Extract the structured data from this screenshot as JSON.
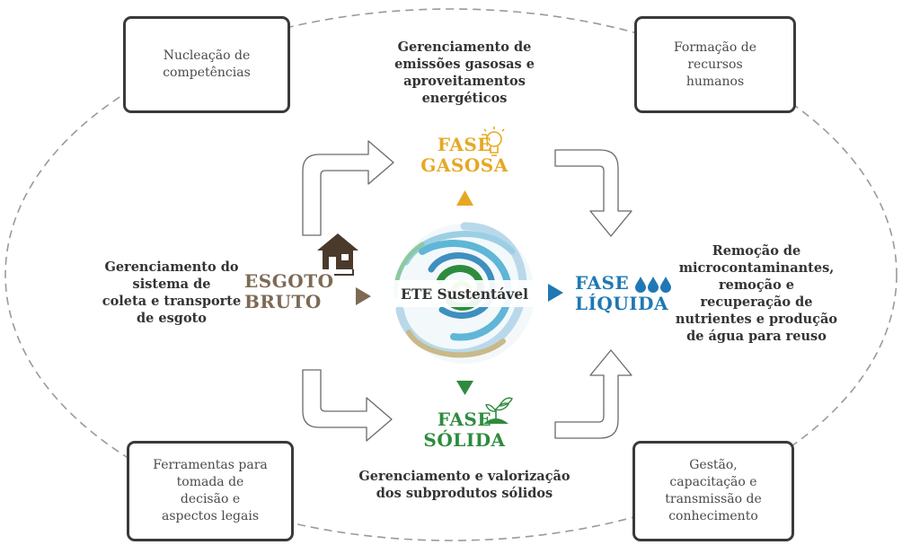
{
  "corner_boxes": {
    "top_left": "Nucleação de\ncompetências",
    "top_right": "Formação de\nrecursos\nhumanos",
    "bottom_left": "Ferramentas para\ntomada de\ndecisão e\naspectos legais",
    "bottom_right": "Gestão,\ncapacitação e\ntransmissão de\nconhecimento"
  },
  "labels": {
    "top": "Gerenciamento de\nemissões gasosas e\naproveitamentos\nenergéticos",
    "left": "Gerenciamento do\nsistema de\ncoleta e transporte\nde esgoto",
    "right": "Remoção de\nmicrocontaminantes,\nremoção e\nrecuperação de\nnutrientes e produção\nde água para reuso",
    "bottom": "Gerenciamento e valorização\ndos subprodutos sólidos"
  },
  "phases": {
    "gas": "FASE\nGASOSA",
    "raw": "ESGOTO\nBRUTO",
    "liquid": "FASE\nLÍQUIDA",
    "solid": "FASE\nSÓLIDA"
  },
  "center": "ETE Sustentável",
  "colors": {
    "gas": "#e6a823",
    "raw": "#7d6a55",
    "liquid": "#1f78b4",
    "solid": "#2e8b3e",
    "box_border": "#3a3a3a",
    "dashed_ellipse": "#9a9a9a"
  },
  "icons": {
    "gas": "lightbulb-icon",
    "raw": "house-icon",
    "liquid": "water-drops-icon",
    "solid": "plant-icon",
    "center": "swirl-icon"
  }
}
